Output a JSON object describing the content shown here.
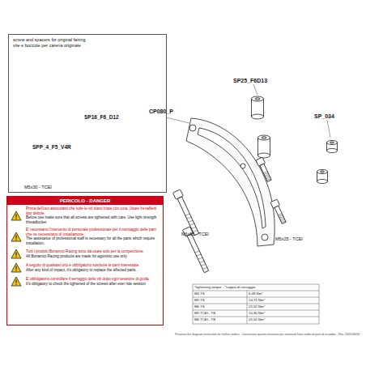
{
  "diagram": {
    "nodes": [
      {
        "text": [
          "screw and spacers for original fairing",
          "vite e boccole per carena originale"
        ]
      },
      {
        "text": [
          "PERICOLO - DANGER",
          "Prima dell'uso assicurarsi che tutte le viti siano tirate con cura. Usare frenafiletti tipo debole.",
          "Before use make sure that all screws are tightened with care. Use light strength threadlocker.",
          "E' necessario l'intervento di personale professionale per il montaggio delle parti che ne necessitano di installazione.",
          "The assistance of professional staff is necessary for all the parts which require installation.",
          "Tutti i prodotti Bonamici Racing sono da usare solo per la competizione.",
          "All Bonamici Racing products are made for agonistic use only",
          "A seguito di qualsiasi urto è obbligatorio sostituire le parti interessate.",
          "After any kind of impact, it's obligatory to replace the affected parts.",
          "E' obbligatorio controllare il serraggio delle viti dopo ogni sessione di guida.",
          "It's obligatory to check the tightened of the screws after ever ride session"
        ]
      }
    ],
    "labels": [
      "SP16_F6_D12",
      "SPP_4_F5_V4R",
      "M5x30 - TCEI",
      "CP080_P",
      "SP25_F6D13",
      "SP_034",
      "M6x55 - TCEI",
      "M5x25 - TCEI",
      "*tightening torque - *coppia di serraggio",
      "M4 TS",
      "6,48 Nm*",
      "M5 TS",
      "14,71 Nm*",
      "M6 TS",
      "25,50 Nm*",
      "M5 TCEI - TB",
      "10,30 Nm*",
      "M6 TCEI - TB",
      "25,50 Nm*",
      "Preserve the diagram instruction for further orders - Conservare questo istruzioni per eventuali futuri ordini di parti di ricambio - Rev. 2025/06/26"
    ]
  }
}
